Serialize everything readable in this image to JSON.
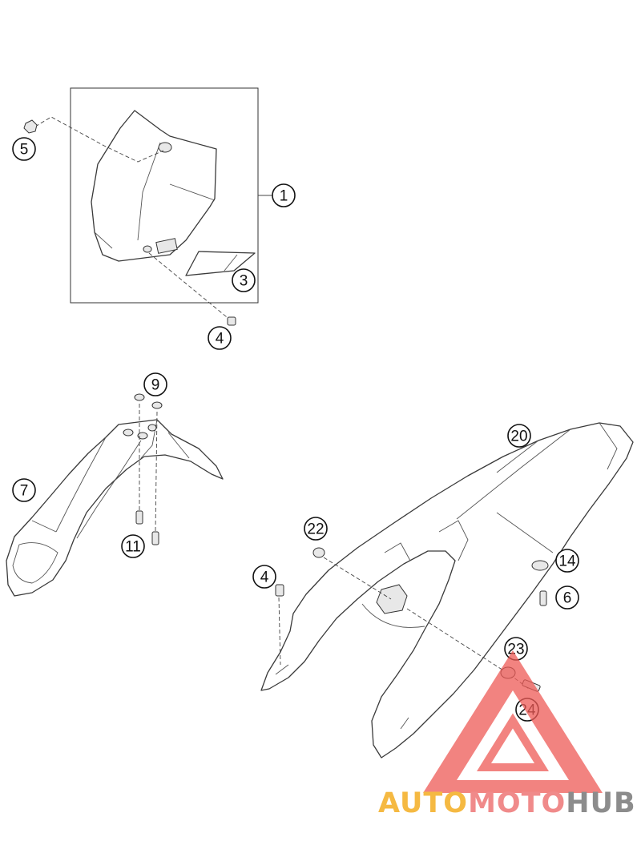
{
  "callouts": [
    {
      "id": "c1",
      "label": "1"
    },
    {
      "id": "c3",
      "label": "3"
    },
    {
      "id": "c4a",
      "label": "4"
    },
    {
      "id": "c5",
      "label": "5"
    },
    {
      "id": "c7",
      "label": "7"
    },
    {
      "id": "c9",
      "label": "9"
    },
    {
      "id": "c11",
      "label": "11"
    },
    {
      "id": "c20",
      "label": "20"
    },
    {
      "id": "c22",
      "label": "22"
    },
    {
      "id": "c4b",
      "label": "4"
    },
    {
      "id": "c14",
      "label": "14"
    },
    {
      "id": "c6",
      "label": "6"
    },
    {
      "id": "c23",
      "label": "23"
    },
    {
      "id": "c24",
      "label": "24"
    }
  ],
  "watermark": {
    "parts": [
      {
        "text": "AUTO",
        "color": "#f5b942"
      },
      {
        "text": "MOTO",
        "color": "#f08a8a"
      },
      {
        "text": "HUB",
        "color": "#8c8c8c"
      }
    ],
    "logo_color": "#ee5a55"
  }
}
